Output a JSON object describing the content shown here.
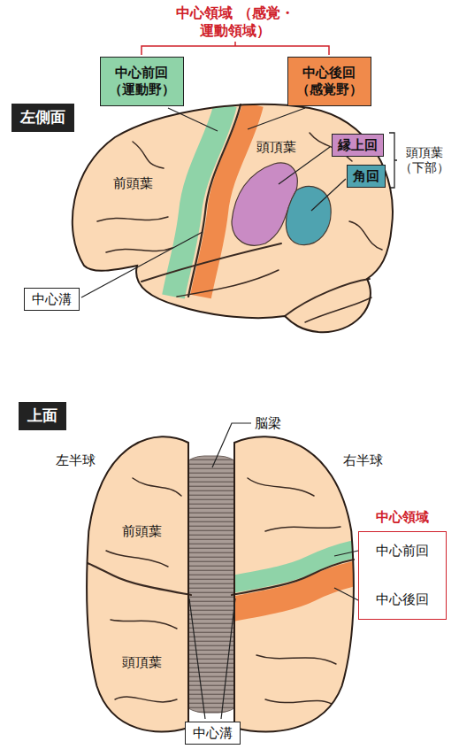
{
  "diagram": {
    "nodes": [
      {
        "text": [
          "中心前回 （運動野）"
        ]
      },
      {
        "text": [
          "中心後回 （感覚野）"
        ]
      },
      {
        "text": [
          "左側面"
        ]
      },
      {
        "text": [
          "縁上回"
        ]
      },
      {
        "text": [
          "角回"
        ]
      },
      {
        "text": [
          "中心溝"
        ]
      },
      {
        "text": [
          "上面"
        ]
      },
      {
        "text": [
          "中心領域",
          "中心前回",
          "中心後回"
        ]
      },
      {
        "text": [
          "中心溝"
        ]
      }
    ],
    "labels": [
      "中心領域 （感覚・運動領域）",
      "頭頂葉",
      "頭頂葉 （下部）",
      "前頭葉",
      "脳梁",
      "左半球",
      "右半球",
      "前頭葉",
      "頭頂葉"
    ]
  }
}
